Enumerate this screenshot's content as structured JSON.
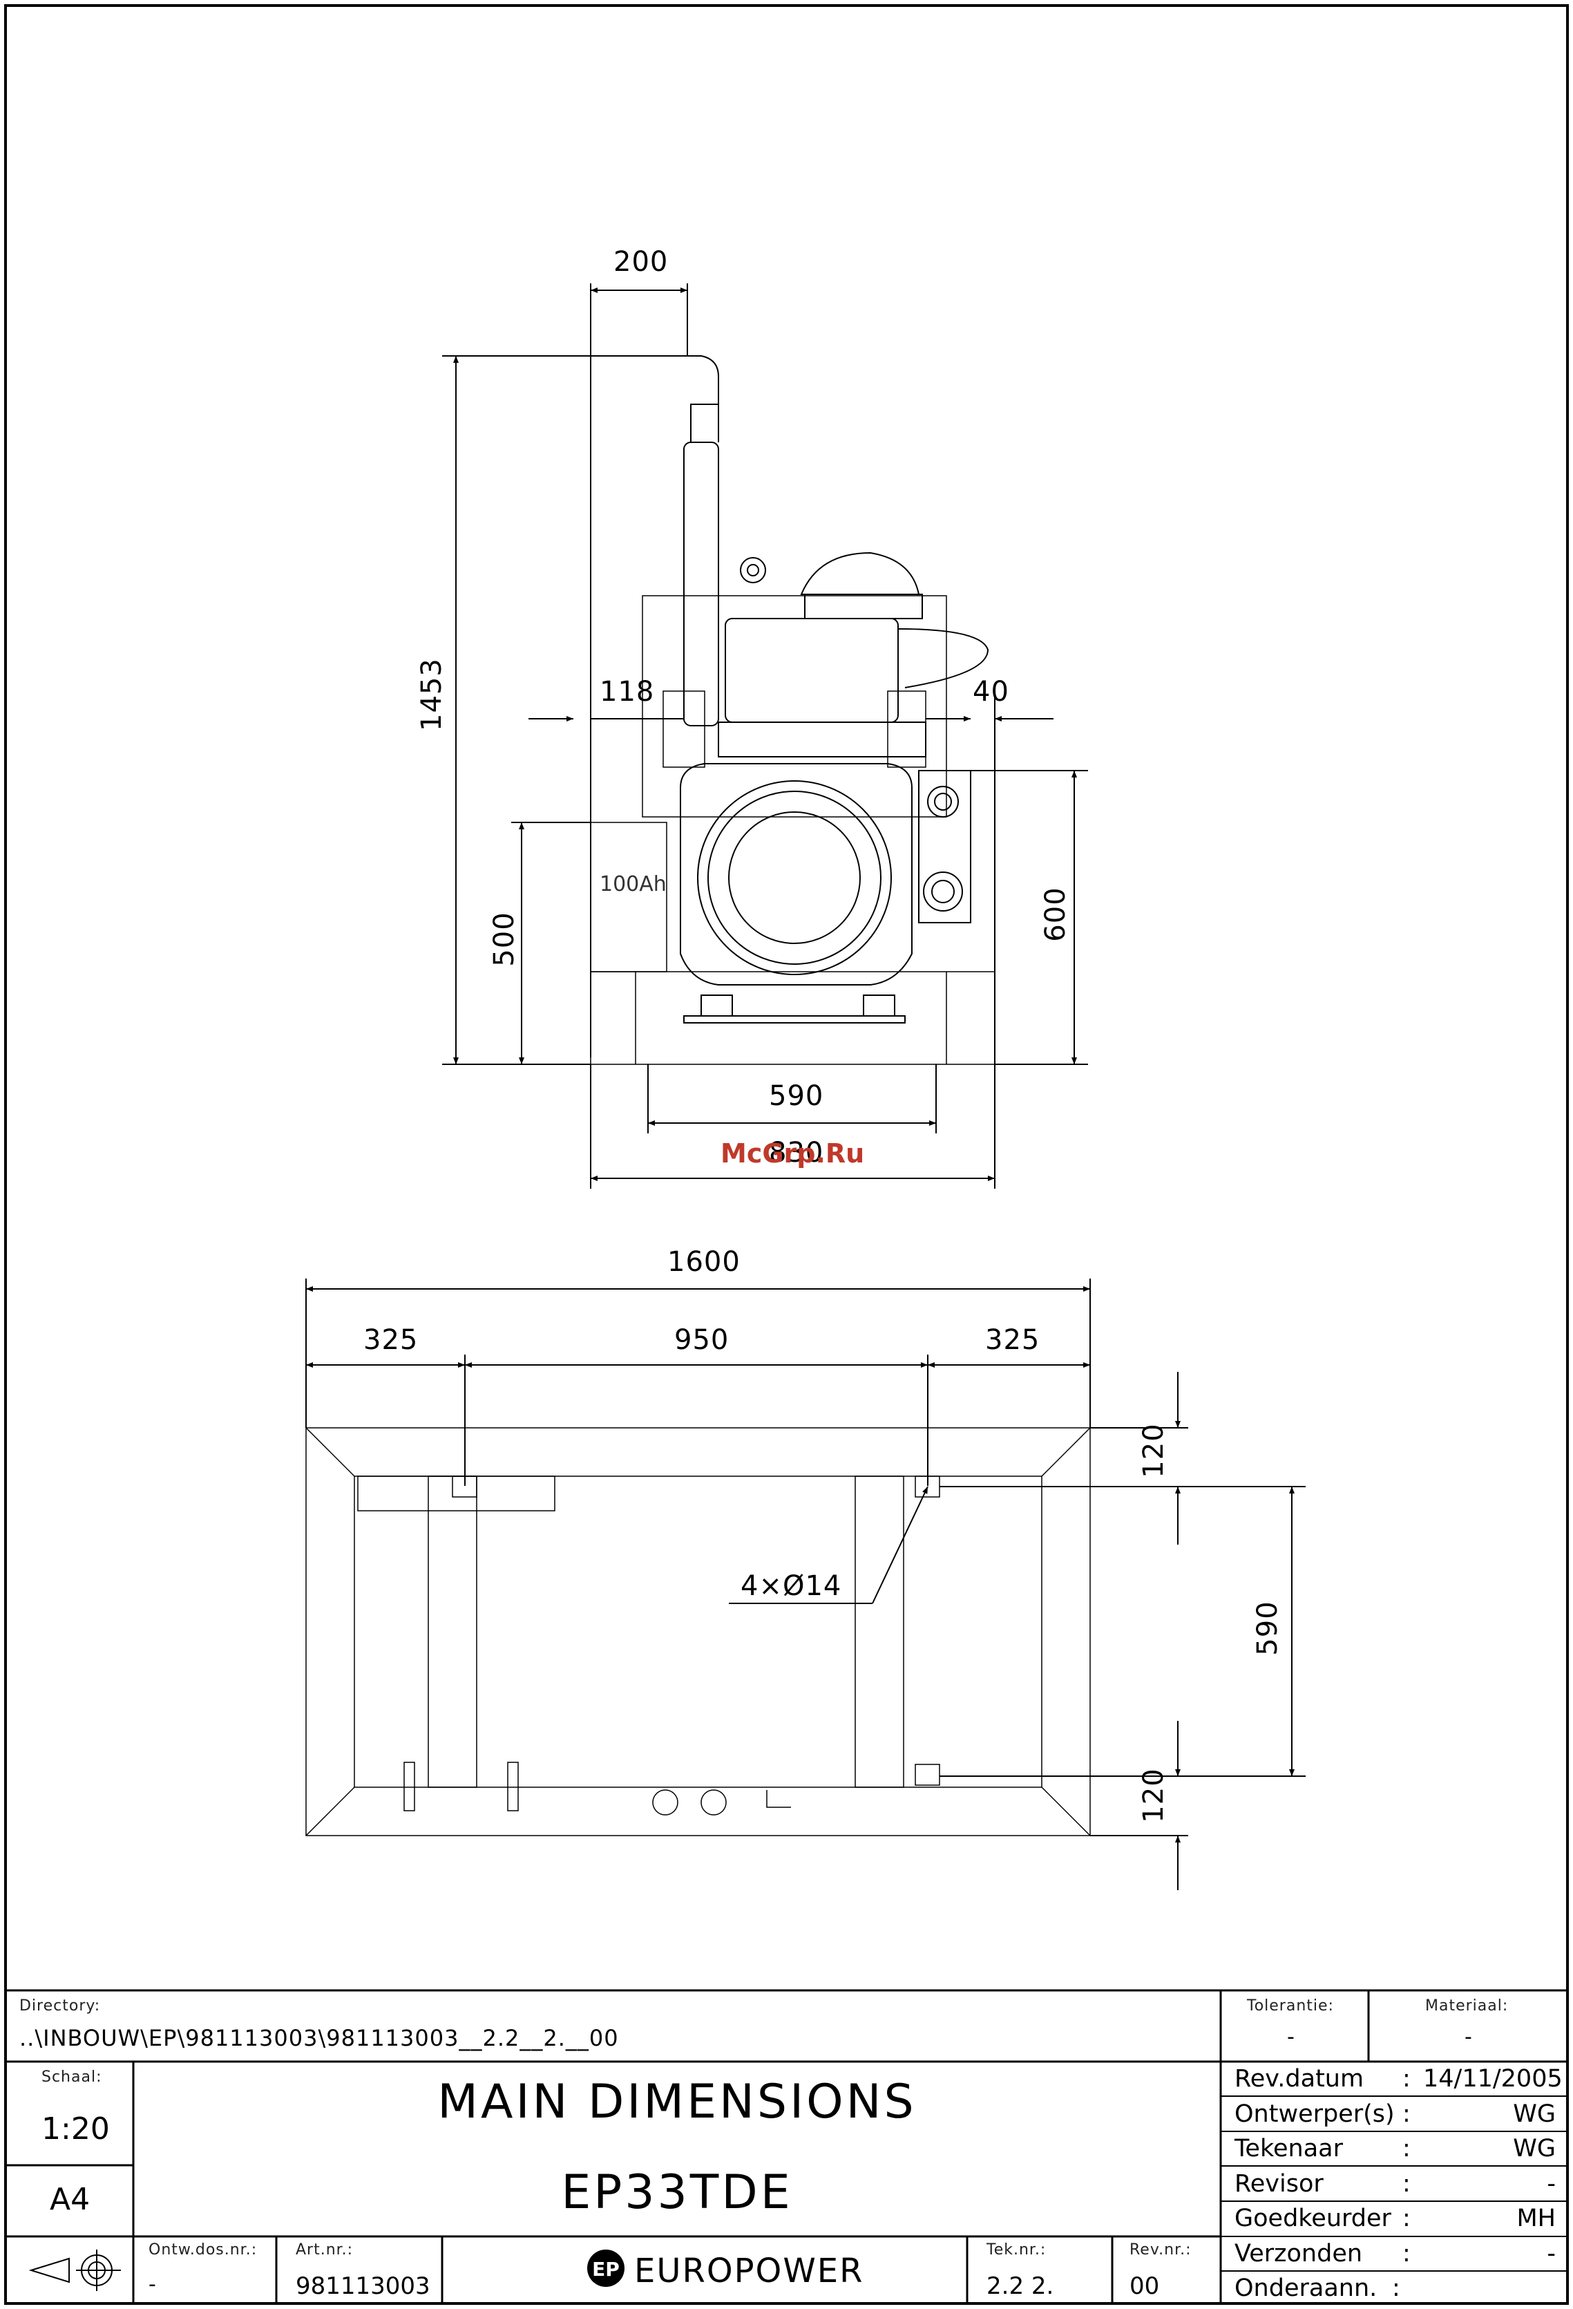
{
  "watermark": "McGrp.Ru",
  "front_view": {
    "battery_label": "100Ah",
    "dims": {
      "exhaust_offset": "200",
      "total_height": "1453",
      "left_offset": "118",
      "right_offset": "40",
      "battery_height": "500",
      "panel_height": "600",
      "inner_width": "590",
      "total_width": "830"
    }
  },
  "top_view": {
    "dims": {
      "total_length": "1600",
      "left_margin": "325",
      "center": "950",
      "right_margin": "325",
      "top_edge": "120",
      "hole_spacing": "590",
      "bottom_edge": "120",
      "holes": "4×Ø14"
    }
  },
  "title_block": {
    "directory_label": "Directory:",
    "directory_value": "..\\INBOUW\\EP\\981113003\\981113003__2.2__2.__00",
    "tolerantie_label": "Tolerantie:",
    "tolerantie_value": "-",
    "materiaal_label": "Materiaal:",
    "materiaal_value": "-",
    "schaal_label": "Schaal:",
    "schaal_value": "1:20",
    "format": "A4",
    "title": "MAIN DIMENSIONS",
    "subtitle": "EP33TDE",
    "ontw_label": "Ontw.dos.nr.:",
    "ontw_value": "-",
    "art_label": "Art.nr.:",
    "art_value": "981113003",
    "logo_text": "EUROPOWER",
    "logo_mark": "EP",
    "tek_label": "Tek.nr.:",
    "tek_value": "2.2 2.",
    "rev_label": "Rev.nr.:",
    "rev_value": "00",
    "fields": [
      {
        "label": "Rev.datum",
        "sep": ":",
        "value": "14/11/2005"
      },
      {
        "label": "Ontwerper(s)",
        "sep": ":",
        "value": "WG"
      },
      {
        "label": "Tekenaar",
        "sep": ":",
        "value": "WG"
      },
      {
        "label": "Revisor",
        "sep": ":",
        "value": "-"
      },
      {
        "label": "Goedkeurder",
        "sep": ":",
        "value": "MH"
      },
      {
        "label": "Verzonden",
        "sep": ":",
        "value": "-"
      },
      {
        "label": "Onderaann.",
        "sep": ":",
        "value": ""
      }
    ]
  }
}
